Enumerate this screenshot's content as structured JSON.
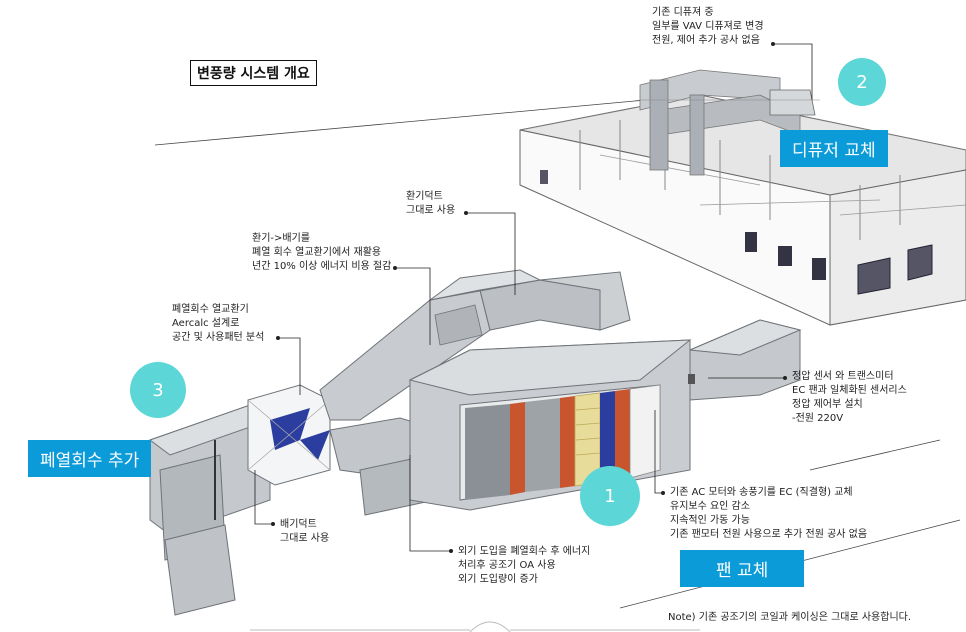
{
  "title": "변풍량 시스템 개요",
  "badges": {
    "one": "1",
    "two": "2",
    "three": "3"
  },
  "banners": {
    "diffuser": "디퓨저 교체",
    "heat_recovery": "폐열회수 추가",
    "fan": "팬 교체"
  },
  "notes": {
    "diffuser": [
      "기존 디퓨져 중",
      "일부를 VAV 디퓨져로 변경",
      "전원, 제어 추가 공사 없음"
    ],
    "ventilation_duct": [
      "환기덕트",
      "그대로 사용"
    ],
    "exhaust_to_recovery": [
      "환기->배기를",
      "폐열 회수 열교환기에서 재활용",
      "년간 10% 이상 에너지 비용 절감"
    ],
    "recovery_unit": [
      "폐열회수 열교환기",
      "Aercalc 설계로",
      "공간 및 사용패턴 분석"
    ],
    "sensor": [
      "정압 센서 와 트랜스미터",
      "EC 팬과 일체화된 센서리스",
      "정압 제어부 설치",
      "-전원 220V"
    ],
    "fan_replace": [
      "기존 AC 모터와 송풍기를 EC (직결형) 교체",
      "유지보수 요인 감소",
      "지속적인 가동 가능",
      "기존 팬모터 전원 사용으로 추가 전원 공사 없음"
    ],
    "exhaust_duct": [
      "배기덕트",
      "그대로 사용"
    ],
    "outdoor_air": [
      "외기 도입을 폐열회수 후 에너지",
      "처리후 공조기 OA 사용",
      "외기 도입량이 증가"
    ]
  },
  "footnote": "Note) 기존 공조기의 코일과 케이싱은 그대로 사용합니다.",
  "colors": {
    "banner": "#0a9bd8",
    "badge": "#5cd6d6",
    "duct": "#c8cbcf",
    "duct_dark": "#9ea3a8",
    "filter_yellow": "#e8dc9a",
    "fin_blue": "#2b3d9e",
    "fin_red": "#c8552e"
  }
}
